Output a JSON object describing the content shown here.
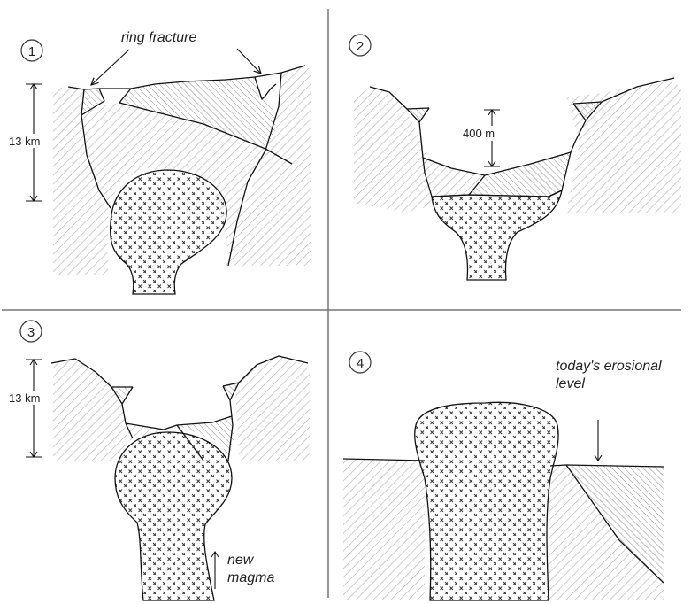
{
  "panels": [
    {
      "number": "1",
      "labels": {
        "ring_fracture": "ring fracture",
        "depth": "13 km"
      }
    },
    {
      "number": "2",
      "labels": {
        "subsidence": "400 m"
      }
    },
    {
      "number": "3",
      "labels": {
        "depth": "13 km",
        "new_magma": [
          "new",
          "magma"
        ]
      }
    },
    {
      "number": "4",
      "labels": {
        "erosional_level": [
          "today's erosional",
          "level"
        ]
      }
    }
  ],
  "colors": {
    "line": "#111111",
    "hatch_country_rock": "#b9b9b9",
    "hatch_caldera_fill": "#8f8f8f",
    "magma_cross": "#333333",
    "divider": "#777777"
  }
}
